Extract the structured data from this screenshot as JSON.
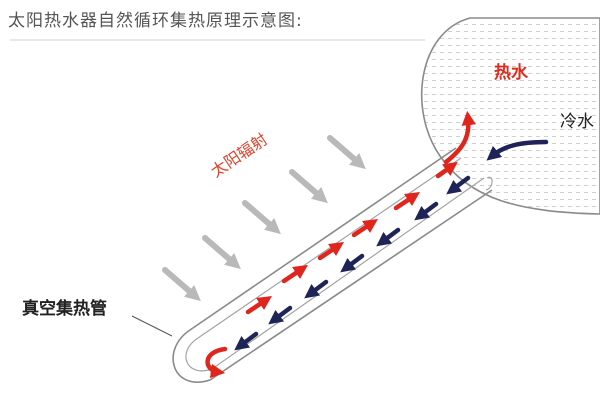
{
  "title": "太阳热水器自然循环集热原理示意图:",
  "labels": {
    "hot_water": "热水",
    "cold_water": "冷水",
    "solar_radiation": "太阳辐射",
    "vacuum_tube": "真空集热管"
  },
  "colors": {
    "hot_flow": "#e0261c",
    "cold_flow": "#1f2458",
    "sun_rays": "#b9b9b9",
    "outline": "#8a8a8a",
    "title_text": "#555555",
    "hot_label": "#e02a1e",
    "solar_label": "#e0442a"
  }
}
